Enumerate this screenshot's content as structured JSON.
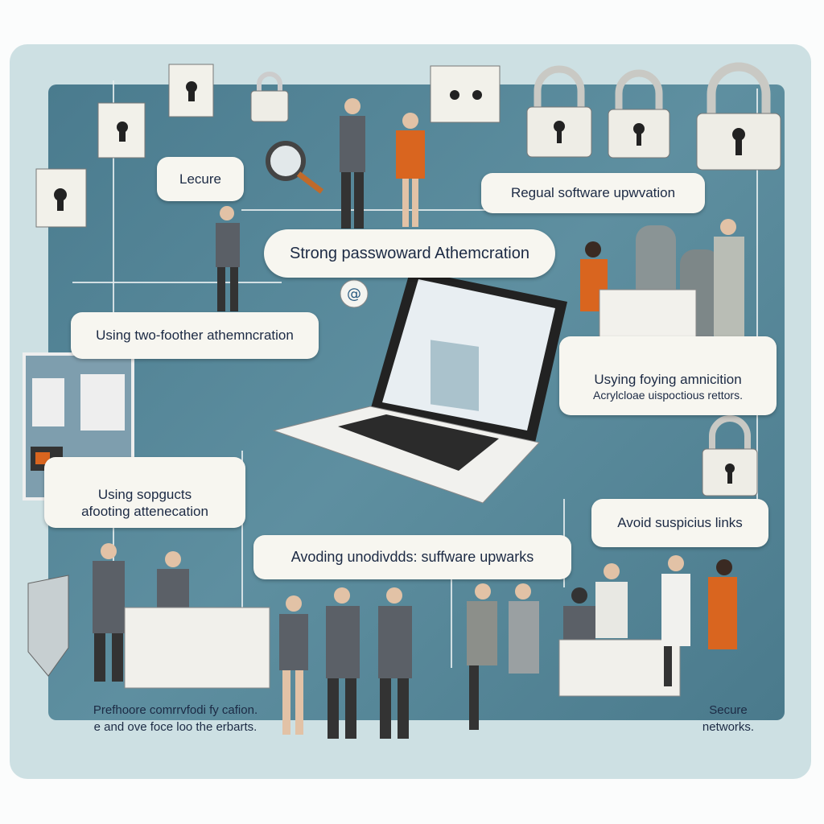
{
  "labels": {
    "lecure": "Lecure",
    "regular_updates": "Regual software upwvation",
    "strong_password": "Strong passwoward Athemcration",
    "two_factor": "Using two-foother athemncration",
    "usying_title": "Usying foying amnicition",
    "usying_sub": "Acrylcloae uispoctious rettors.",
    "sopgucts_line1": "Using sopgucts",
    "sopgucts_line2": "afooting attenecation",
    "avoid_links": "Avoid suspicius links",
    "avoding_updates": "Avoding unodivdds: suffware upwarks",
    "bottom_line1": "Prefhoore comrrvfodi fy cafion.",
    "bottom_line2": "e and ove foce loo the erbarts.",
    "secure_line1": "Secure",
    "secure_line2": "networks."
  },
  "colors": {
    "panel": "#4e7f91",
    "frame": "#cde0e3",
    "accent": "#d9651f"
  }
}
